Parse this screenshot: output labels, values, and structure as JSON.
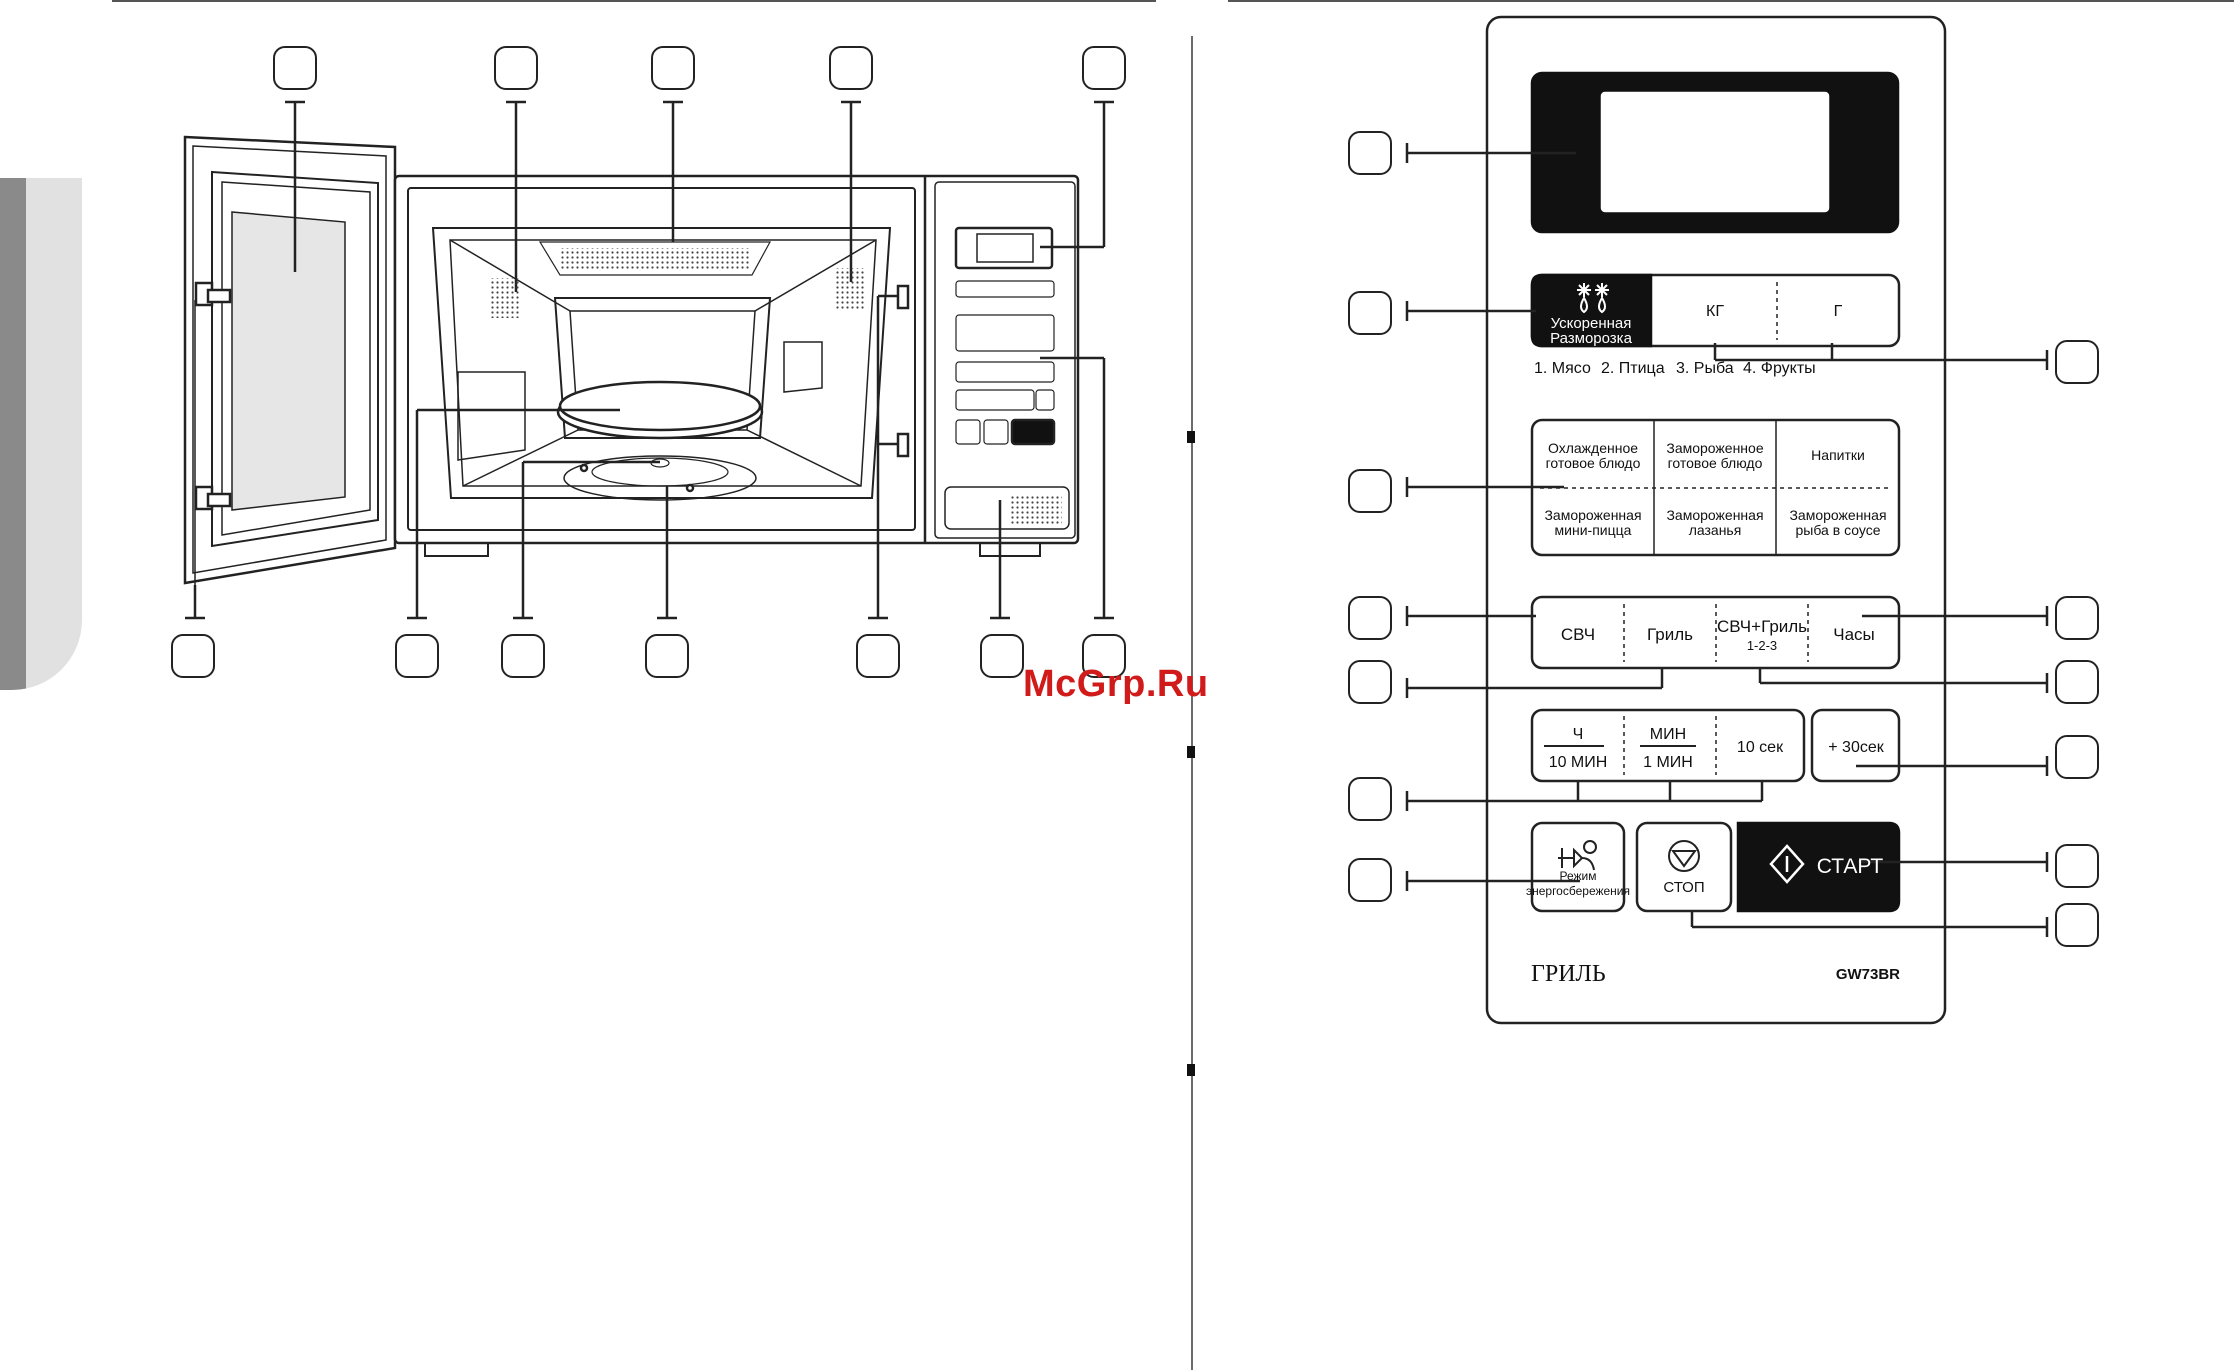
{
  "watermark": "McGrp.Ru",
  "panel": {
    "defrost": {
      "line1": "Ускоренная",
      "line2": "Разморозка"
    },
    "weight_kg": "КГ",
    "weight_g": "Г",
    "defrost_menu": [
      "1. Мясо",
      "2. Птица",
      "3. Рыба",
      "4. Фрукты"
    ],
    "auto_cook": [
      [
        "Охлажденное",
        "готовое блюдо"
      ],
      [
        "Замороженное",
        "готовое блюдо"
      ],
      [
        "Напитки"
      ],
      [
        "Замороженная",
        "мини-пицца"
      ],
      [
        "Замороженная",
        "лазанья"
      ],
      [
        "Замороженная",
        "рыба в соусе"
      ]
    ],
    "mode_micro": "СВЧ",
    "mode_grill": "Гриль",
    "mode_combo": "СВЧ+Гриль",
    "mode_combo_sub": "1-2-3",
    "mode_clock": "Часы",
    "time_hour_top": "Ч",
    "time_hour_bottom": "10 МИН",
    "time_min_top": "МИН",
    "time_min_bottom": "1 МИН",
    "time_10sec": "10 сек",
    "time_plus30": "+ 30сек",
    "eco_line1": "Режим",
    "eco_line2": "энергосбережения",
    "stop": "СТОП",
    "start": "СТАРТ",
    "brand_grill": "ГРИЛЬ",
    "model": "GW73BR"
  },
  "colors": {
    "line": "#222222",
    "panel_dark": "#111111",
    "accent": "#d11a1a"
  }
}
